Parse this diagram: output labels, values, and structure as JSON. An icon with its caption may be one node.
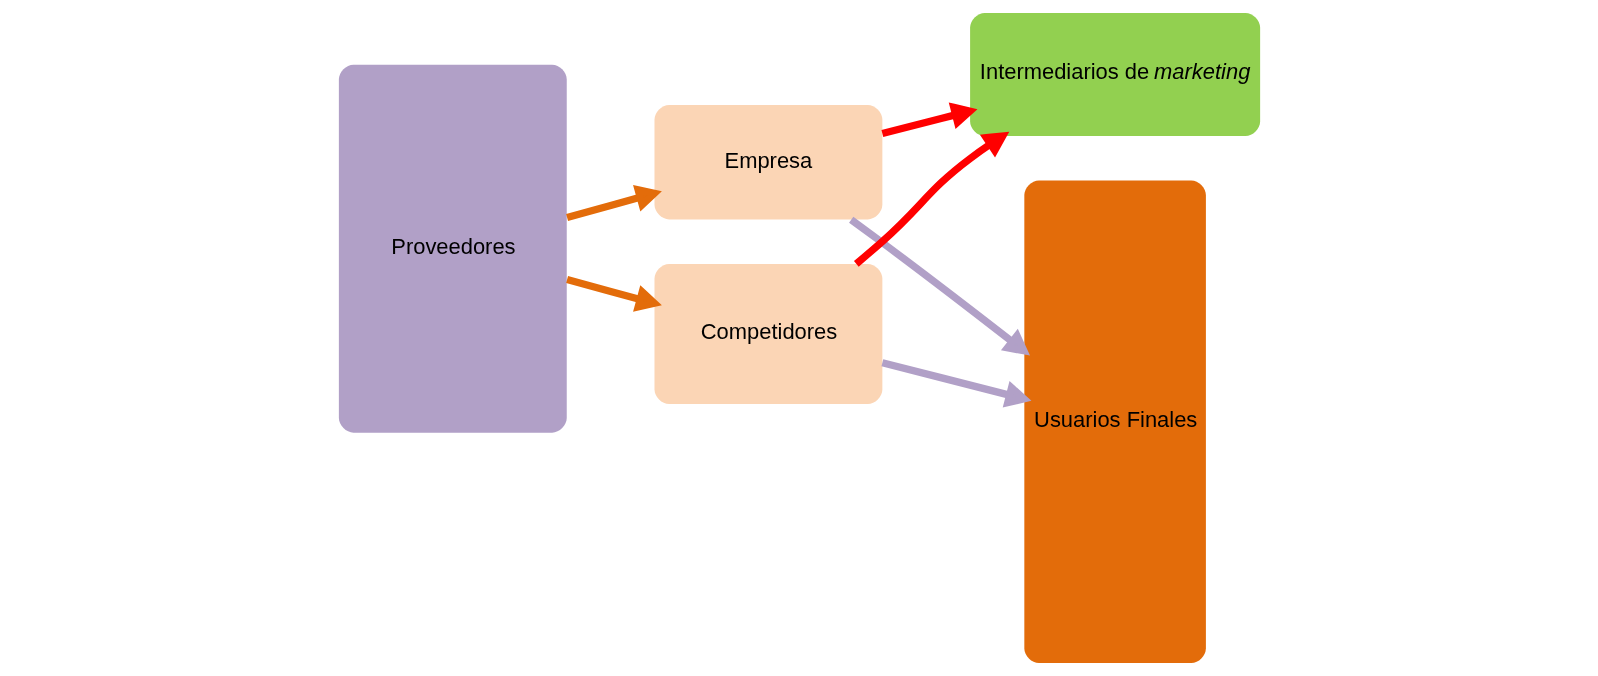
{
  "diagram": {
    "nodes": [
      {
        "text": [
          "Proveedores"
        ]
      },
      {
        "text": [
          "Empresa"
        ]
      },
      {
        "text": [
          "Competidores"
        ]
      },
      {
        "text": [
          "Intermediarios de *marketing*"
        ]
      },
      {
        "text": [
          "Usuarios Finales"
        ]
      }
    ],
    "edges": [
      {
        "from": 0,
        "to": 1,
        "arrow": "to",
        "color": "#e36c0a"
      },
      {
        "from": 0,
        "to": 2,
        "arrow": "to",
        "color": "#e36c0a"
      },
      {
        "from": 1,
        "to": 3,
        "arrow": "to",
        "color": "#ff0000"
      },
      {
        "from": 2,
        "to": 3,
        "arrow": "to",
        "color": "#ff0000"
      },
      {
        "from": 1,
        "to": 4,
        "arrow": "to",
        "color": "#b1a0c7"
      },
      {
        "from": 2,
        "to": 4,
        "arrow": "to",
        "color": "#b1a0c7"
      }
    ]
  }
}
